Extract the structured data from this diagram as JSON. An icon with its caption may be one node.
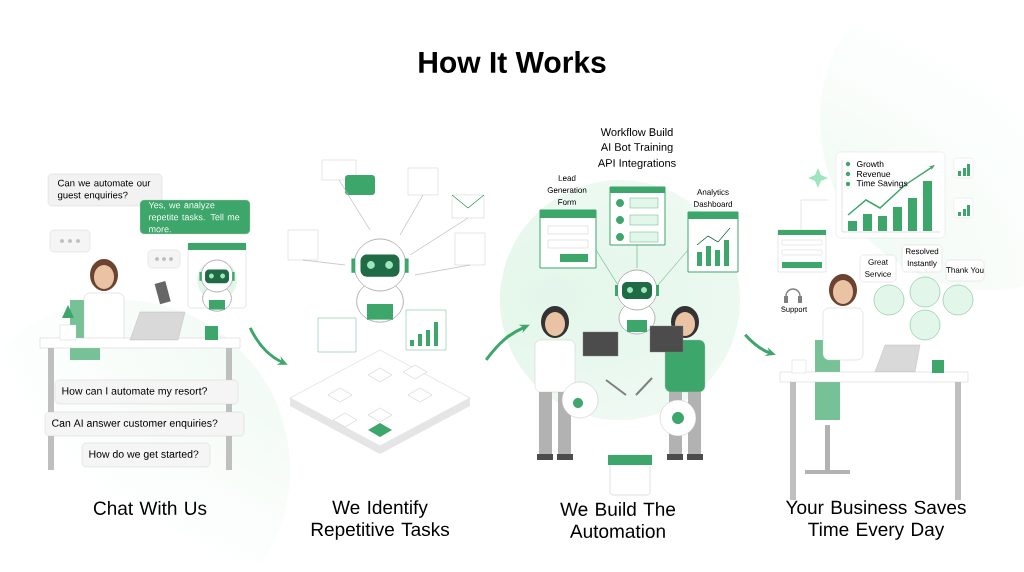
{
  "diagram": {
    "title": "How It Works",
    "nodes": [
      {
        "text": [
          "Chat With Us"
        ]
      },
      {
        "text": [
          "We Identify Repetitive Tasks"
        ]
      },
      {
        "text": [
          "We Build The Automation"
        ]
      },
      {
        "text": [
          "Your Business Saves Time Every Day"
        ]
      }
    ],
    "edges": [
      {
        "from": 0,
        "to": 1,
        "arrow": "to"
      },
      {
        "from": 1,
        "to": 2,
        "arrow": "to"
      },
      {
        "from": 2,
        "to": 3,
        "arrow": "to"
      }
    ],
    "labels": [
      "Can we automate our guest enquiries?",
      "Yes, we analyze repetite tasks. Tell me more.",
      "How can I automate my resort?",
      "Can AI answer customer enquiries?",
      "How do we get started?",
      "Workflow Build",
      "AI Bot Training",
      "API Integrations",
      "Lead Generation Form",
      "Analytics Dashboard",
      "Growth",
      "Revenue",
      "Time Savings",
      "Great Service",
      "Resolved Instantly",
      "Thank You",
      "Support"
    ]
  }
}
